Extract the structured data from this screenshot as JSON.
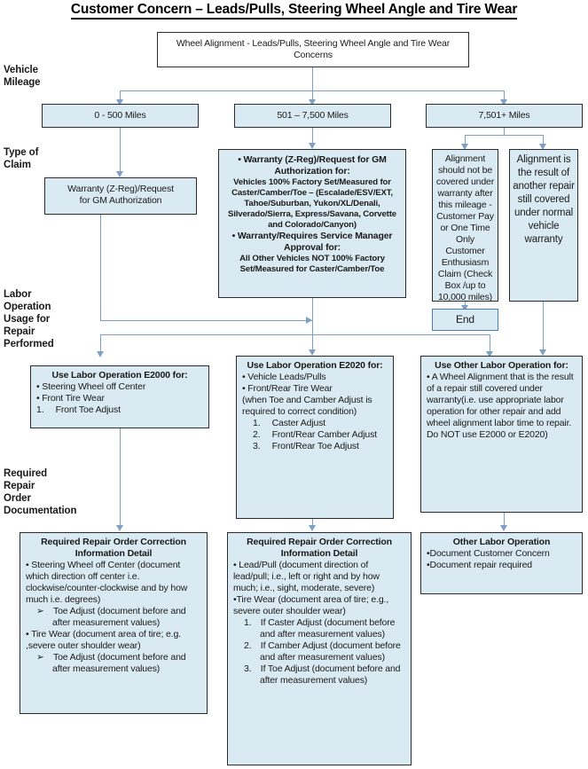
{
  "title": "Customer Concern – Leads/Pulls, Steering Wheel Angle and Tire Wear",
  "stage_labels": {
    "vehicle_mileage": "Vehicle\nMileage",
    "type_of_claim": "Type of\nClaim",
    "labor_operation": "Labor\nOperation\nUsage for\nRepair\nPerformed",
    "required_repair": "Required\nRepair\nOrder\nDocumentation"
  },
  "nodes": {
    "start": {
      "text": "Wheel Alignment - Leads/Pulls, Steering Wheel Angle and Tire Wear Concerns"
    },
    "mileage_low": {
      "label": "0 - 500 Miles"
    },
    "mileage_mid": {
      "label": "501 – 7,500 Miles"
    },
    "mileage_high": {
      "label": "7,501+ Miles"
    },
    "claim_low": {
      "line1": "Warranty (Z-Reg)/Request",
      "line2": "for GM  Authorization"
    },
    "claim_mid": {
      "b1_title": "• Warranty (Z-Reg)/Request for GM Authorization for:",
      "b1_body": "Vehicles 100% Factory Set/Measured for Caster/Camber/Toe – (Escalade/ESV/EXT, Tahoe/Suburban, Yukon/XL/Denali, Silverado/Sierra, Express/Savana,  Corvette and Colorado/Canyon)",
      "b2_title": "• Warranty/Requires Service Manager Approval for:",
      "b2_body": "All Other Vehicles NOT 100% Factory Set/Measured for Caster/Camber/Toe"
    },
    "claim_high_a": {
      "text": "Alignment should not be covered under warranty after this mileage - Customer Pay or  One Time Only Customer Enthusiasm Claim (Check Box /up to 10,000 miles)"
    },
    "claim_high_b": {
      "text": "Alignment is the result of another repair still covered under normal vehicle warranty"
    },
    "end": {
      "label": "End"
    },
    "labor_e2000": {
      "title": "Use Labor Operation E2000 for:",
      "items": [
        "• Steering Wheel off Center",
        "• Front Tire Wear",
        "1.  Front Toe Adjust"
      ]
    },
    "labor_e2020": {
      "title": "Use Labor Operation E2020 for:",
      "items": [
        "• Vehicle Leads/Pulls",
        "• Front/Rear Tire Wear",
        "(when Toe and Camber Adjust is required to correct condition)",
        "1.  Caster Adjust",
        "2.  Front/Rear Camber Adjust",
        "3.  Front/Rear Toe Adjust"
      ]
    },
    "labor_other": {
      "title": "Use Other Labor Operation for:",
      "items": [
        "• A Wheel Alignment that is the result of a repair still covered under warranty(i.e. use appropriate labor operation for other repair and add wheel alignment labor time to repair. Do NOT use E2000 or E2020)"
      ]
    },
    "doc_left": {
      "title": "Required Repair Order Correction Information Detail",
      "items": [
        "•  Steering Wheel off Center (document which direction off center i.e. clockwise/counter-clockwise and by how much i.e. degrees)",
        "➢ Toe Adjust (document before and after measurement values)",
        "• Tire Wear (document area of tire; e.g. ,severe outer shoulder wear)",
        "➢ Toe Adjust (document before and after measurement values)"
      ]
    },
    "doc_mid": {
      "title": "Required Repair Order Correction Information Detail",
      "items": [
        "• Lead/Pull (document direction of lead/pull; i.e., left or right and by how much; i.e., sight, moderate, severe)",
        "•Tire Wear (document area of tire; e.g., severe outer shoulder wear)",
        "1. If Caster Adjust (document before and after measurement values)",
        "2. If Camber Adjust (document before and after measurement values)",
        "3. If Toe Adjust (document before and after measurement values)"
      ]
    },
    "doc_right": {
      "title": "Other Labor Operation",
      "items": [
        "•Document Customer Concern",
        "•Document repair required"
      ]
    }
  },
  "colors": {
    "node_fill": "#daeaf2",
    "node_border": "#2b2b2b",
    "connector": "#7f9fc4",
    "accent_border": "#4a7ebb"
  }
}
